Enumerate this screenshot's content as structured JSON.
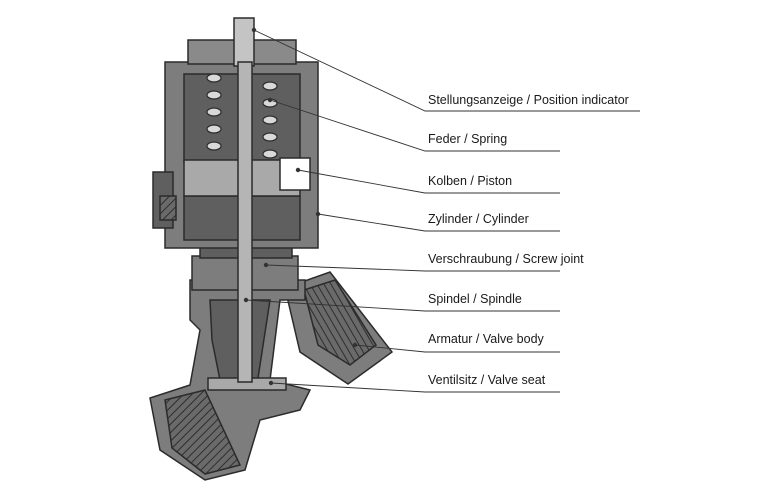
{
  "callouts": [
    {
      "id": "position-indicator",
      "label": "Stellungsanzeige / Position indicator"
    },
    {
      "id": "spring",
      "label": "Feder / Spring"
    },
    {
      "id": "piston",
      "label": "Kolben / Piston"
    },
    {
      "id": "cylinder",
      "label": "Zylinder / Cylinder"
    },
    {
      "id": "screw-joint",
      "label": "Verschraubung / Screw joint"
    },
    {
      "id": "spindle",
      "label": "Spindel / Spindle"
    },
    {
      "id": "valve-body",
      "label": "Armatur / Valve body"
    },
    {
      "id": "valve-seat",
      "label": "Ventilsitz / Valve seat"
    }
  ],
  "colors": {
    "outline": "#2b2b2b",
    "body_dark": "#5f5f5f",
    "body_mid": "#7d7d7d",
    "body_light": "#a9a9a9",
    "cavity": "#ffffff",
    "leader": "#333333"
  }
}
